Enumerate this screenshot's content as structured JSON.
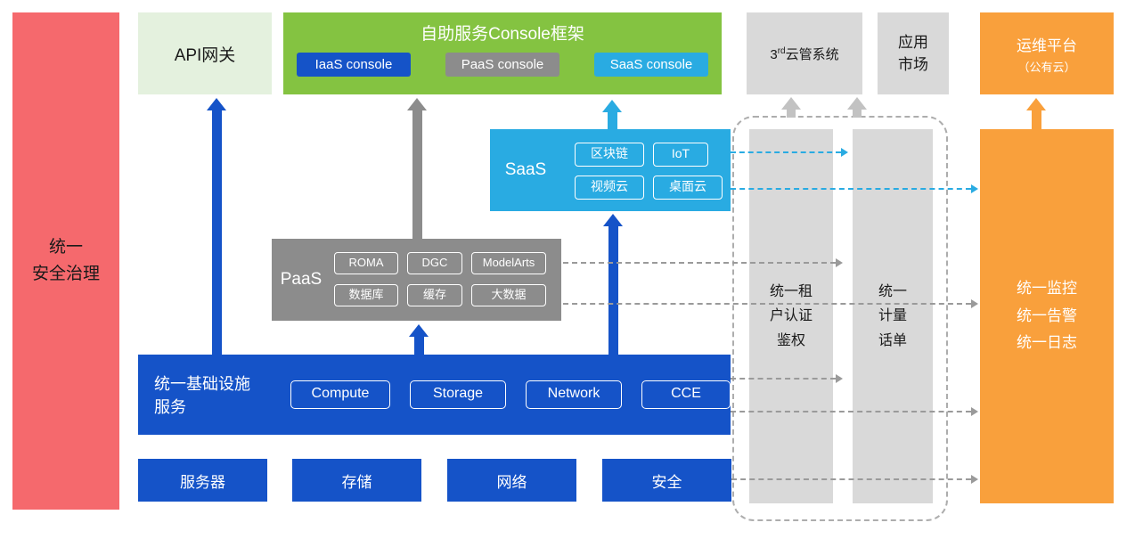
{
  "colors": {
    "security_red": "#F5696D",
    "api_light_green": "#E4F1DE",
    "console_green": "#84C341",
    "primary_blue": "#1553C8",
    "paas_gray": "#8C8C8C",
    "panel_light_gray": "#D9D9D9",
    "saas_cyan": "#29ABE2",
    "om_orange": "#F9A03C"
  },
  "left_bar": {
    "label": "统一\n安全治理"
  },
  "top_row": {
    "api_gateway": "API网关",
    "console": {
      "title": "自助服务Console框架",
      "items": [
        {
          "label": "IaaS console"
        },
        {
          "label": "PaaS console"
        },
        {
          "label": "SaaS console"
        }
      ]
    },
    "third_party_cloud": {
      "prefix": "3",
      "sup": "rd",
      "rest": "云管系统"
    },
    "app_market": "应用\n市场",
    "om_platform": {
      "line1": "运维平台",
      "line2": "（公有云）"
    }
  },
  "saas": {
    "label": "SaaS",
    "items": [
      "区块链",
      "IoT",
      "视频云",
      "桌面云"
    ]
  },
  "paas": {
    "label": "PaaS",
    "items": [
      "ROMA",
      "DGC",
      "ModelArts",
      "数据库",
      "缓存",
      "大数据"
    ]
  },
  "infra": {
    "label": "统一基础设施服务",
    "items": [
      "Compute",
      "Storage",
      "Network",
      "CCE"
    ]
  },
  "hardware": {
    "items": [
      "服务器",
      "存储",
      "网络",
      "安全"
    ]
  },
  "right_panel": {
    "auth": "统一租\n户认证\n鉴权",
    "metering": "统一\n计量\n话单",
    "monitor": "统一监控\n统一告警\n统一日志"
  }
}
